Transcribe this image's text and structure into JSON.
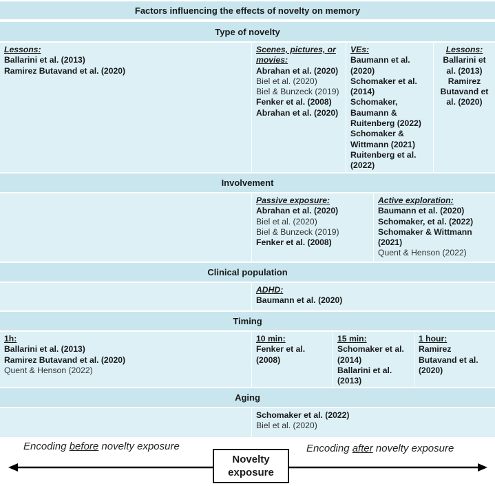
{
  "title": "Factors influencing the effects of novelty on memory",
  "sections": {
    "type": {
      "header": "Type of novelty",
      "cells": [
        {
          "label": "Lessons:",
          "entries": [
            {
              "t": "Ballarini et al. (2013)",
              "b": true
            },
            {
              "t": "Ramirez Butavand et al. (2020)",
              "b": true
            }
          ]
        },
        {
          "label": "Scenes, pictures, or movies:",
          "entries": [
            {
              "t": "Abrahan et al. (2020)",
              "b": true
            },
            {
              "t": "Biel et al. (2020)",
              "b": false
            },
            {
              "t": "Biel & Bunzeck (2019)",
              "b": false
            },
            {
              "t": "Fenker et al. (2008)",
              "b": true
            },
            {
              "t": "Abrahan et al. (2020)",
              "b": true
            }
          ]
        },
        {
          "label": "VEs:",
          "entries": [
            {
              "t": "Baumann et al. (2020)",
              "b": true
            },
            {
              "t": "Schomaker et al. (2014)",
              "b": true
            },
            {
              "t": "Schomaker, Baumann & Ruitenberg (2022)",
              "b": true
            },
            {
              "t": "Schomaker & Wittmann (2021)",
              "b": true
            },
            {
              "t": "Ruitenberg et al. (2022)",
              "b": true
            }
          ]
        },
        {
          "label": "Lessons:",
          "entries": [
            {
              "t": "Ballarini et al. (2013)",
              "b": true
            },
            {
              "t": "Ramirez Butavand et al. (2020)",
              "b": true
            }
          ]
        }
      ]
    },
    "involvement": {
      "header": "Involvement",
      "cells": [
        {
          "label": "Passive exposure:",
          "entries": [
            {
              "t": "Abrahan et al. (2020)",
              "b": true
            },
            {
              "t": "Biel et al. (2020)",
              "b": false
            },
            {
              "t": "Biel & Bunzeck (2019)",
              "b": false
            },
            {
              "t": "Fenker et al. (2008)",
              "b": true
            }
          ]
        },
        {
          "label": "Active exploration:",
          "entries": [
            {
              "t": "Baumann et al. (2020)",
              "b": true
            },
            {
              "t": "Schomaker, et al. (2022)",
              "b": true
            },
            {
              "t": "Schomaker & Wittmann (2021)",
              "b": true
            },
            {
              "t": "Quent & Henson (2022)",
              "b": false
            }
          ]
        }
      ]
    },
    "clinical": {
      "header": "Clinical population",
      "cells": [
        {
          "label": "ADHD:",
          "entries": [
            {
              "t": "Baumann et al. (2020)",
              "b": true
            }
          ]
        }
      ]
    },
    "timing": {
      "header": "Timing",
      "cells": [
        {
          "label": "1h:",
          "entries": [
            {
              "t": "Ballarini et al. (2013)",
              "b": true
            },
            {
              "t": "Ramirez Butavand et al. (2020)",
              "b": true
            },
            {
              "t": "Quent & Henson (2022)",
              "b": false
            }
          ]
        },
        {
          "label": "10 min:",
          "entries": [
            {
              "t": "Fenker et al. (2008)",
              "b": true
            }
          ]
        },
        {
          "label": "15 min:",
          "entries": [
            {
              "t": "Schomaker et al. (2014)",
              "b": true
            },
            {
              "t": "Ballarini et al. (2013)",
              "b": true
            }
          ]
        },
        {
          "label": "1 hour:",
          "entries": [
            {
              "t": "Ramirez Butavand et al. (2020)",
              "b": true
            }
          ]
        }
      ]
    },
    "aging": {
      "header": "Aging",
      "cells": [
        {
          "label": "",
          "entries": [
            {
              "t": "Schomaker et al. (2022)",
              "b": true
            },
            {
              "t": "Biel et al. (2020)",
              "b": false
            }
          ]
        }
      ]
    }
  },
  "axis": {
    "left_pre": "Encoding ",
    "left_emph": "before",
    "left_post": " novelty exposure",
    "right_pre": "Encoding ",
    "right_emph": "after",
    "right_post": " novelty exposure",
    "center": "Novelty exposure"
  }
}
